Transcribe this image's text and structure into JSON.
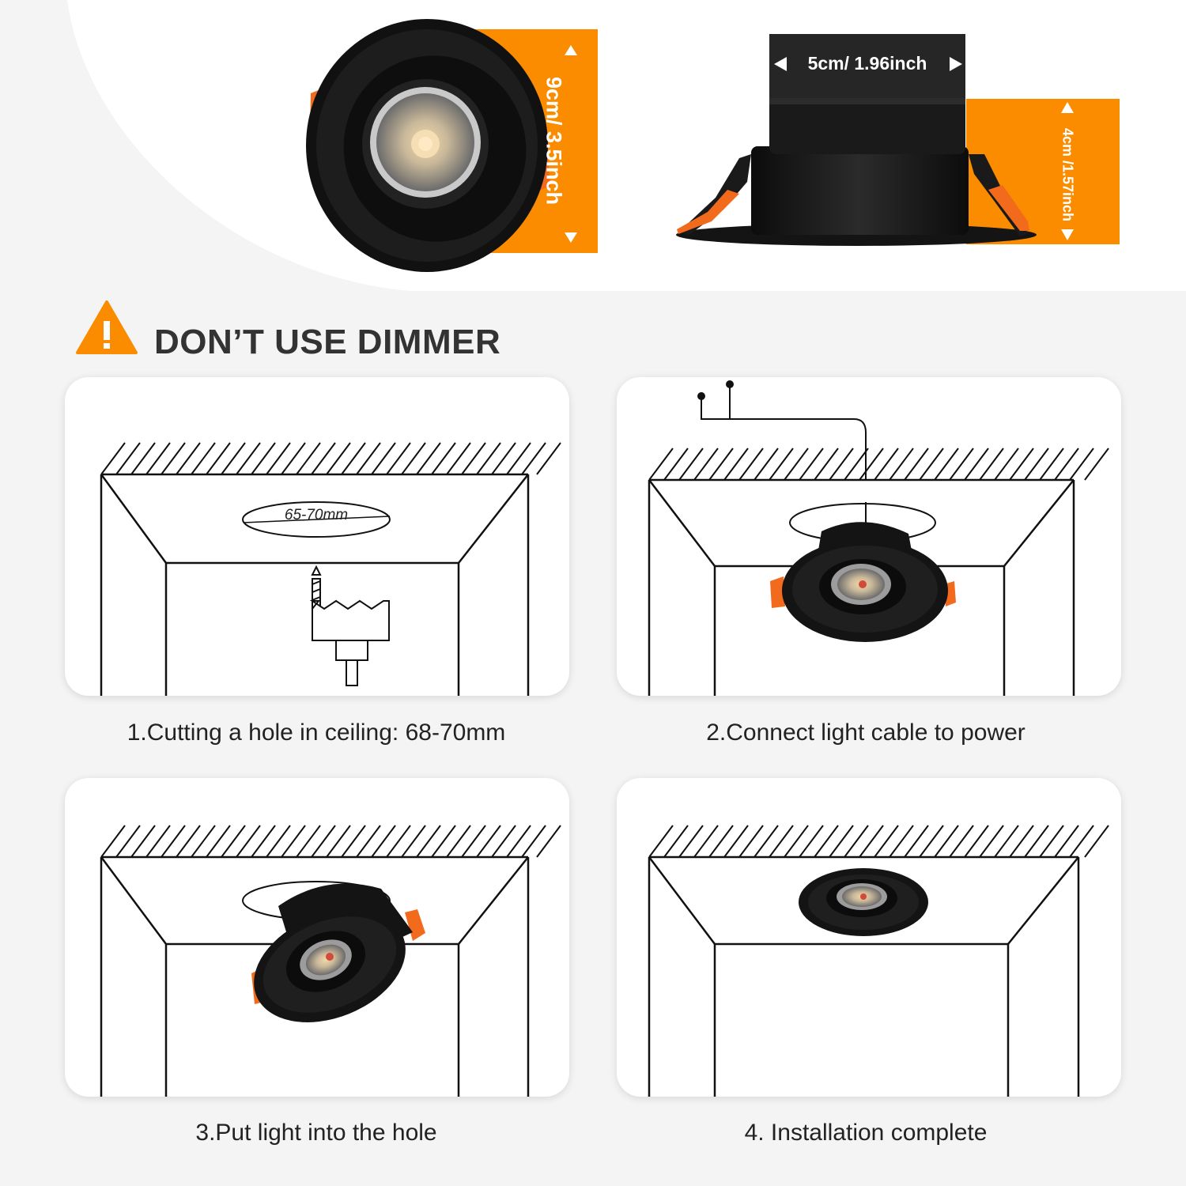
{
  "colors": {
    "accent_orange": "#fb8c00",
    "dark_band": "#262626",
    "fixture_black": "#141414",
    "clip_orange": "#f26b1d",
    "text_dark": "#222222"
  },
  "dimensions": {
    "diameter_label": "9cm/ 3.5inch",
    "width_label": "5cm/ 1.96inch",
    "height_label": "4cm /1.57inch"
  },
  "warning": {
    "icon": "warning-triangle-icon",
    "title": "DON’T USE DIMMER"
  },
  "steps": [
    {
      "caption": "1.Cutting a hole in ceiling: 68-70mm",
      "hole_label": "65-70mm",
      "icon": "hole-saw-icon"
    },
    {
      "caption": "2.Connect light cable to power",
      "icon": "power-cable-icon"
    },
    {
      "caption": "3.Put light into the hole",
      "icon": "downlight-icon"
    },
    {
      "caption": "4. Installation complete",
      "icon": "installed-downlight-icon"
    }
  ]
}
